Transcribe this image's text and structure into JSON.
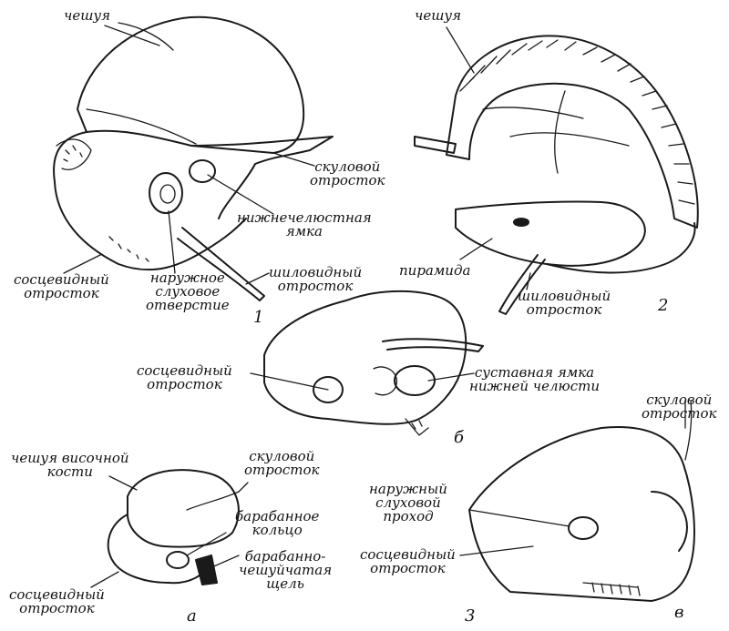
{
  "figure_numbers": {
    "fig1": "1",
    "fig2": "2",
    "fig3": "3",
    "fig_a": "а",
    "fig_b": "б",
    "fig_v": "в"
  },
  "labels": {
    "fig1_scale": "чешуя",
    "fig1_zygomatic": "скуловой\nотросток",
    "fig1_mandibular": "нижнечелюстная\nямка",
    "fig1_styloid": "шиловидный\nотросток",
    "fig1_mastoid": "сосцевидный\nотросток",
    "fig1_meatus": "наружное\nслуховое\nотверстие",
    "fig2_scale": "чешуя",
    "fig2_pyramid": "пирамида",
    "fig2_styloid": "шиловидный\nотросток",
    "figb_mastoid": "сосцевидный\nотросток",
    "figb_articular": "суставная ямка\nнижней челюсти",
    "figa_scale": "чешуя височной\nкости",
    "figa_zygomatic": "скуловой\nотросток",
    "figa_tympanic": "барабанное\nкольцо",
    "figa_fissure": "барабанно-\nчешуйчатая\nщель",
    "figa_mastoid": "сосцевидный\nотросток",
    "figv_zygomatic": "скуловой\nотросток",
    "figv_meatus": "наружный\nслуховой\nпроход",
    "figv_mastoid": "сосцевидный\nотросток"
  }
}
